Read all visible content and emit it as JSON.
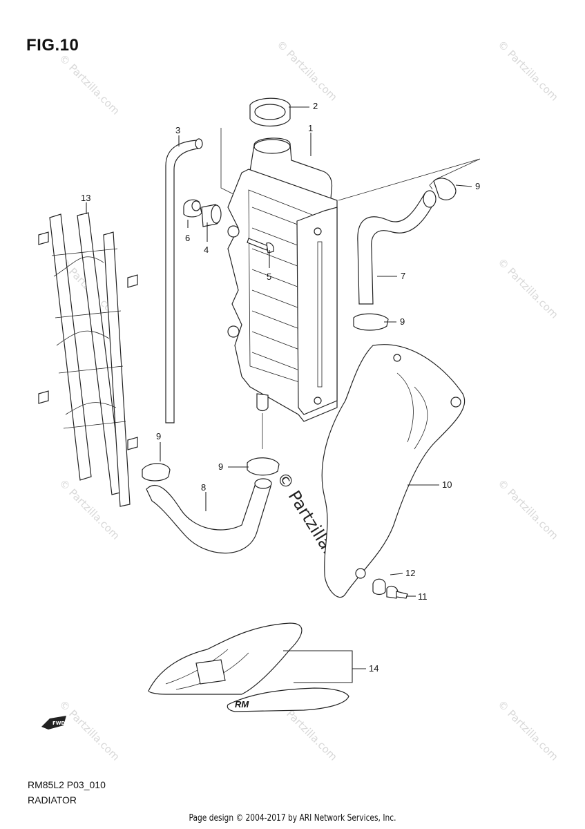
{
  "figure": {
    "title": "FIG.10",
    "code": "RM85L2 P03_010",
    "section": "RADIATOR"
  },
  "footer": "Page design © 2004-2017 by ARI Network Services, Inc.",
  "watermark": "© Partzilla.com",
  "watermark_center": "© Partzilla.com",
  "fwd_label": "FWD",
  "logo_text": "RM",
  "callouts": {
    "c1": "1",
    "c2": "2",
    "c3": "3",
    "c4": "4",
    "c5": "5",
    "c6": "6",
    "c7": "7",
    "c8": "8",
    "c9a": "9",
    "c9b": "9",
    "c9c": "9",
    "c9d": "9",
    "c10": "10",
    "c11": "11",
    "c12": "12",
    "c13": "13",
    "c14": "14"
  }
}
